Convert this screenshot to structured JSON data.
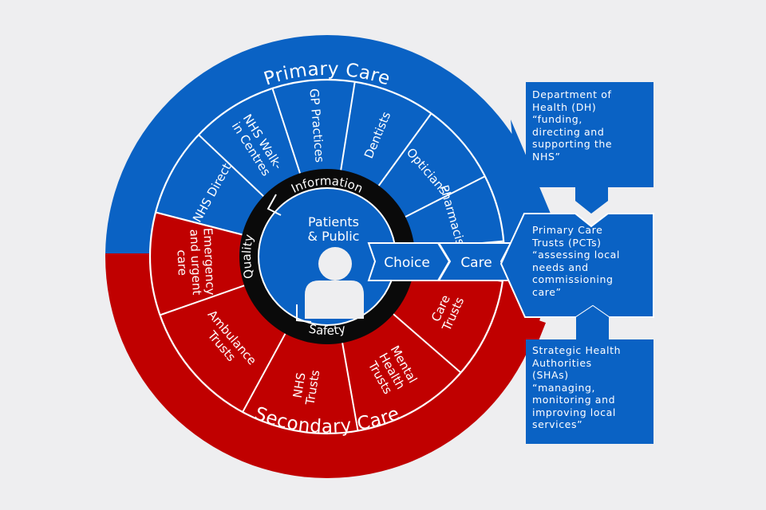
{
  "colors": {
    "background": "#eeeef0",
    "primary_blue": "#0a62c4",
    "secondary_red": "#c00000",
    "ring_black": "#0a0a0a",
    "lines_white": "#ffffff",
    "person_fill": "#eeeef0"
  },
  "outer_ring": {
    "top_label": "Primary Care",
    "bottom_label": "Secondary Care"
  },
  "primary_segments": [
    {
      "lines": [
        "NHS Direct"
      ]
    },
    {
      "lines": [
        "NHS Walk-",
        "in Centres"
      ]
    },
    {
      "lines": [
        "GP Practices"
      ]
    },
    {
      "lines": [
        "Dentists"
      ]
    },
    {
      "lines": [
        "Opticians"
      ]
    },
    {
      "lines": [
        "Pharmacists"
      ]
    }
  ],
  "secondary_segments": [
    {
      "lines": [
        "Care",
        "Trusts"
      ]
    },
    {
      "lines": [
        "Mental",
        "Health",
        "Trusts"
      ]
    },
    {
      "lines": [
        "NHS",
        "Trusts"
      ]
    },
    {
      "lines": [
        "Ambulance",
        "Trusts"
      ]
    },
    {
      "lines": [
        "Emergency",
        "and urgent",
        "care"
      ]
    }
  ],
  "cycle_ring": {
    "top": "Information",
    "left": "Quality",
    "bottom": "Safety"
  },
  "center": {
    "line1": "Patients",
    "line2": "& Public",
    "icon": "person-icon"
  },
  "arrows": {
    "choice": "Choice",
    "care": "Care"
  },
  "boxes": {
    "dh": "Department of\nHealth (DH)\n“funding,\ndirecting and\nsupporting the\nNHS”",
    "pct": "Primary Care\nTrusts (PCTs)\n“assessing local\nneeds and\ncommissioning\ncare”",
    "sha": "Strategic Health\nAuthorities\n(SHAs)\n“managing,\nmonitoring and\nimproving local\nservices”"
  }
}
